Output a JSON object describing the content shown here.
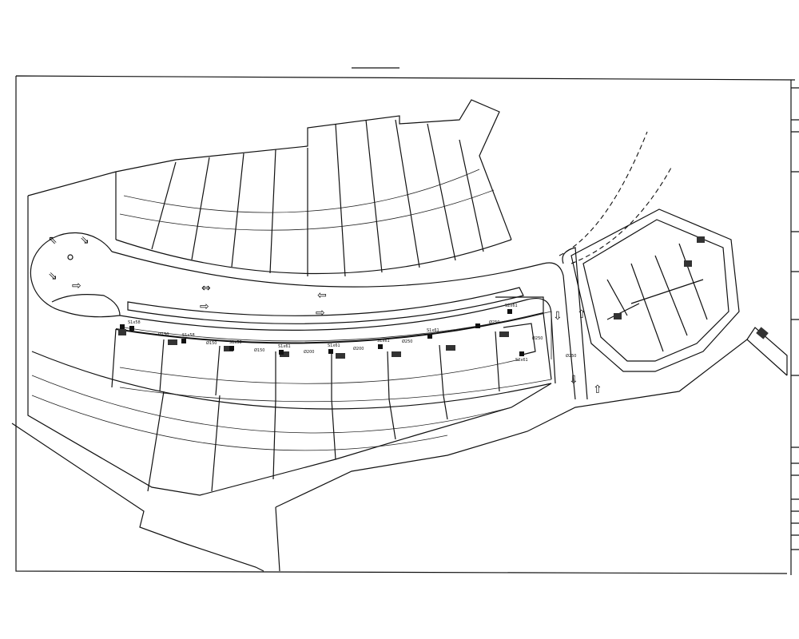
{
  "drawing": {
    "type": "site-layout-plan",
    "pipe_labels": [
      "Ø150",
      "Ø150",
      "Ø150",
      "Ø200",
      "Ø200",
      "Ø250",
      "Ø250",
      "Ø250",
      "Ø250"
    ],
    "manhole_labels": [
      "S1x58",
      "S1x58",
      "S1x58",
      "S1x61",
      "S1x61",
      "S1x61",
      "S1x61",
      "S2x61",
      "S2x61"
    ],
    "colors": {
      "line": "#111111",
      "paper": "#ffffff"
    }
  }
}
